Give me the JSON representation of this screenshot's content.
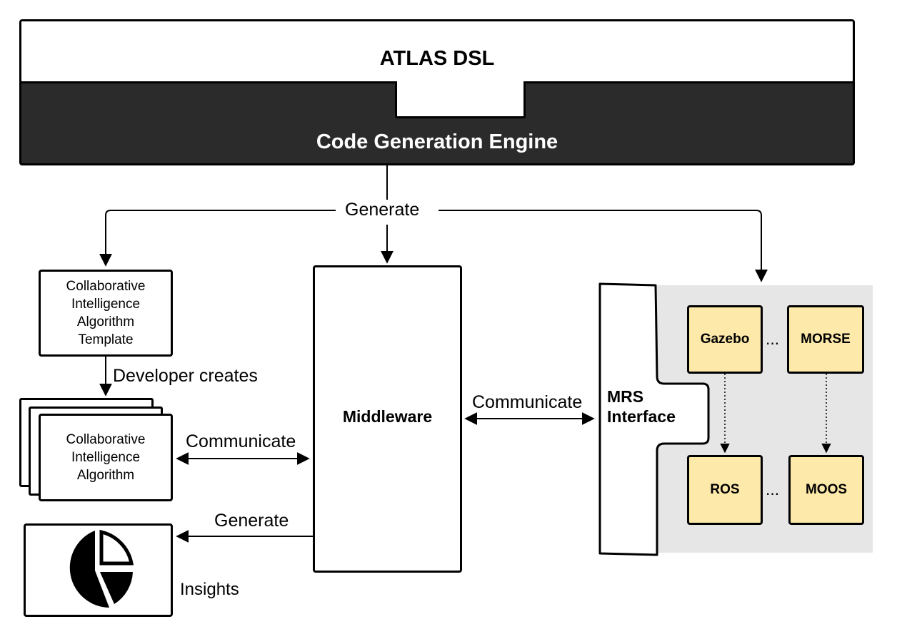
{
  "top": {
    "dsl_label": "ATLAS DSL",
    "engine_label": "Code Generation Engine",
    "colors": {
      "engine_fill": "#2b2b2b",
      "engine_text": "#ffffff"
    }
  },
  "edges": {
    "generate_top": "Generate",
    "developer_creates": "Developer creates",
    "communicate_left": "Communicate",
    "communicate_right": "Communicate",
    "generate_insights": "Generate"
  },
  "nodes": {
    "template": [
      "Collaborative",
      "Intelligence",
      "Algorithm",
      "Template"
    ],
    "algorithm": [
      "Collaborative",
      "Intelligence",
      "Algorithm"
    ],
    "middleware": "Middleware",
    "mrs_interface": [
      "MRS",
      "Interface"
    ],
    "insights": "Insights"
  },
  "simulators": {
    "gazebo": "Gazebo",
    "morse": "MORSE",
    "ros": "ROS",
    "moos": "MOOS",
    "ellipsis_top": "...",
    "ellipsis_bottom": "...",
    "colors": {
      "panel": "#e6e6e6",
      "box_fill": "#fde9a9"
    }
  },
  "icons": {
    "insights": "pie-chart-icon"
  }
}
